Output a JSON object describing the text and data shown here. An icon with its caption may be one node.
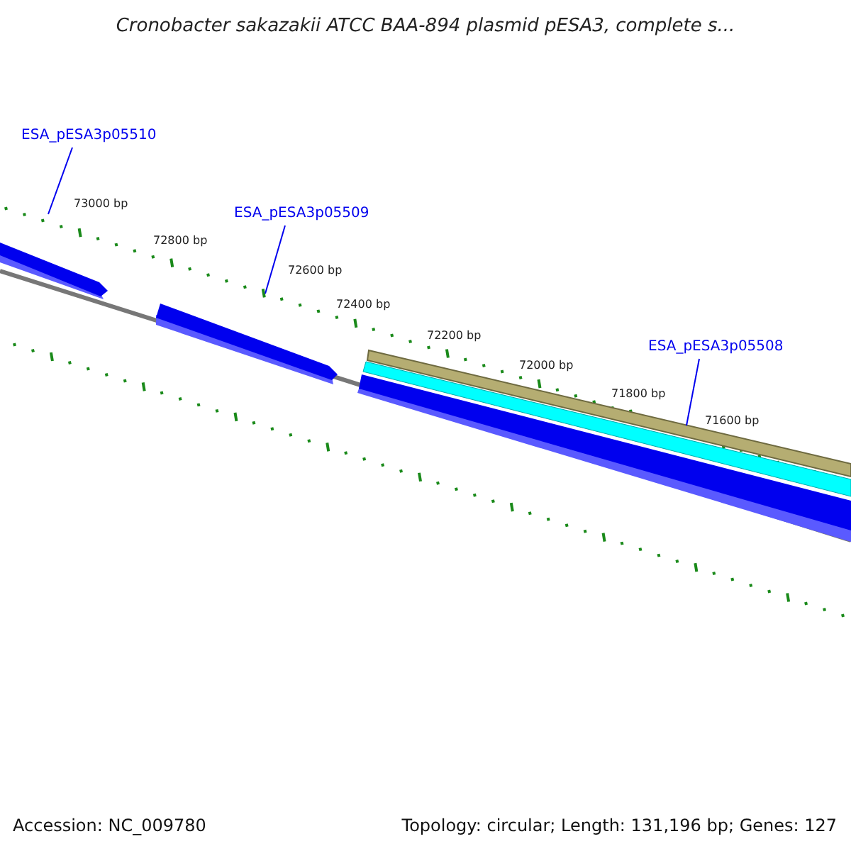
{
  "diagram": {
    "title": "Cronobacter sakazakii ATCC BAA-894 plasmid pESA3, complete s...",
    "nodes": [
      {
        "text": [
          "ESA_pESA3p05510"
        ]
      },
      {
        "text": [
          "ESA_pESA3p05509"
        ]
      },
      {
        "text": [
          "ESA_pESA3p05508"
        ]
      }
    ],
    "edges": [
      {
        "from": 0,
        "to": null,
        "arrow": "none"
      },
      {
        "from": 1,
        "to": null,
        "arrow": "none"
      },
      {
        "from": 2,
        "to": null,
        "arrow": "none"
      }
    ],
    "labels": [
      "73000 bp",
      "72800 bp",
      "72600 bp",
      "72400 bp",
      "72200 bp",
      "72000 bp",
      "71800 bp",
      "71600 bp",
      "Accession: NC_009780",
      "Topology: circular; Length: 131,196 bp; Genes: 127"
    ]
  }
}
